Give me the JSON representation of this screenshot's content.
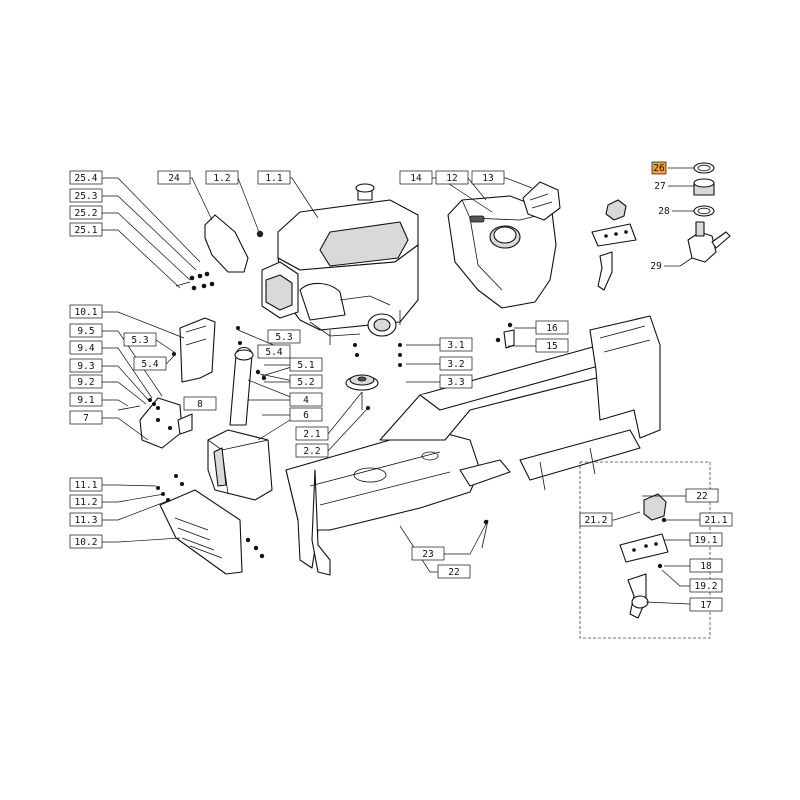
{
  "diagram": {
    "highlight_color": "#f3a12a",
    "labels": {
      "l25_4": "25.4",
      "l25_3": "25.3",
      "l25_2": "25.2",
      "l25_1": "25.1",
      "l24": "24",
      "l1_2": "1.2",
      "l1_1": "1.1",
      "l14": "14",
      "l12": "12",
      "l13": "13",
      "l26": "26",
      "l27": "27",
      "l28": "28",
      "l29": "29",
      "l10_1": "10.1",
      "l9_5": "9.5",
      "l9_4": "9.4",
      "l9_3": "9.3",
      "l9_2": "9.2",
      "l9_1": "9.1",
      "l7": "7",
      "l5_3a": "5.3",
      "l5_4a": "5.4",
      "l8": "8",
      "l5_3b": "5.3",
      "l5_4b": "5.4",
      "l5_1": "5.1",
      "l5_2": "5.2",
      "l4": "4",
      "l6": "6",
      "l2_1": "2.1",
      "l2_2": "2.2",
      "l3_1": "3.1",
      "l3_2": "3.2",
      "l3_3": "3.3",
      "l16": "16",
      "l15": "15",
      "l11_1": "11.1",
      "l11_2": "11.2",
      "l11_3": "11.3",
      "l10_2": "10.2",
      "l23": "23",
      "l22a": "22",
      "l22b": "22",
      "l21_2": "21.2",
      "l21_1": "21.1",
      "l19_1": "19.1",
      "l18": "18",
      "l19_2": "19.2",
      "l17": "17"
    }
  }
}
